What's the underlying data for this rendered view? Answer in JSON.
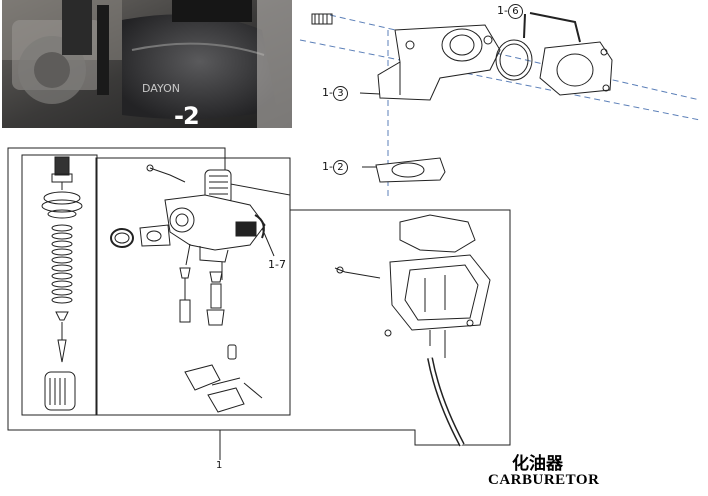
{
  "photo": {
    "tag": "-2",
    "brand_text": "DAYON"
  },
  "callouts": {
    "part_1_6": {
      "prefix": "1-",
      "number": "6"
    },
    "part_1_3": {
      "prefix": "1-",
      "number": "3"
    },
    "part_1_2": {
      "prefix": "1-",
      "number": "2"
    },
    "part_1_7": "1-7",
    "part_1": "1"
  },
  "title": {
    "chinese": "化油器",
    "english": "CARBURETOR"
  },
  "colors": {
    "line": "#222222",
    "dash": "#5b7fb8",
    "photo_bg": "#3a3a3a"
  }
}
